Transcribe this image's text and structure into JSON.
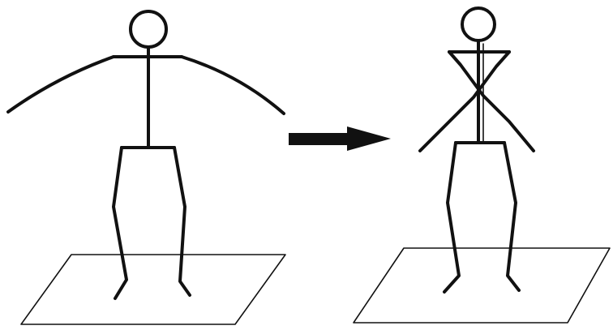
{
  "figure": {
    "left_pose": "arms-outstretched",
    "right_pose": "arms-crossed",
    "transition": "arrow-right"
  },
  "colors": {
    "ink": "#111111",
    "background": "#ffffff"
  }
}
